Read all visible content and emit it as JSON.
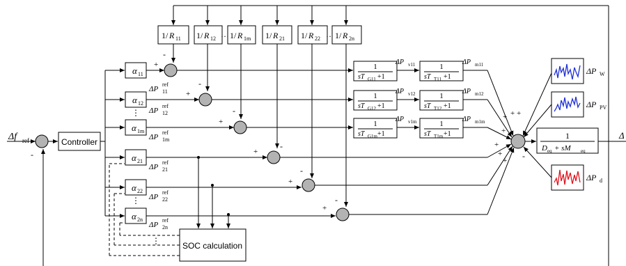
{
  "input_label": "Δf",
  "input_sub": "ref",
  "output_label": "Δ",
  "controller": "Controller",
  "soc": "SOC calculation",
  "droops": [
    {
      "num": "1/",
      "var": "R",
      "sub": "11"
    },
    {
      "num": "1/",
      "var": "R",
      "sub": "12"
    },
    {
      "num": "1/",
      "var": "R",
      "sub": "1m"
    },
    {
      "num": "1/",
      "var": "R",
      "sub": "21"
    },
    {
      "num": "1/",
      "var": "R",
      "sub": "22"
    },
    {
      "num": "1/",
      "var": "R",
      "sub": "2n"
    }
  ],
  "alphas": [
    {
      "sym": "α",
      "sub": "11"
    },
    {
      "sym": "α",
      "sub": "12"
    },
    {
      "sym": "α",
      "sub": "1m"
    },
    {
      "sym": "α",
      "sub": "21"
    },
    {
      "sym": "α",
      "sub": "22"
    },
    {
      "sym": "α",
      "sub": "2n"
    }
  ],
  "prefs": [
    {
      "sym": "ΔP",
      "sub": "11",
      "sup": "ref"
    },
    {
      "sym": "ΔP",
      "sub": "12",
      "sup": "ref"
    },
    {
      "sym": "ΔP",
      "sub": "1m",
      "sup": "ref"
    },
    {
      "sym": "ΔP",
      "sub": "21",
      "sup": "ref"
    },
    {
      "sym": "ΔP",
      "sub": "22",
      "sup": "ref"
    },
    {
      "sym": "ΔP",
      "sub": "2n",
      "sup": "ref"
    }
  ],
  "gov": [
    {
      "num": "1",
      "den_s": "sT",
      "den_sub": "G11",
      "den_tail": " +1"
    },
    {
      "num": "1",
      "den_s": "sT",
      "den_sub": "G12",
      "den_tail": " +1"
    },
    {
      "num": "1",
      "den_s": "sT",
      "den_sub": "G1m",
      "den_tail": " +1"
    }
  ],
  "turb": [
    {
      "num": "1",
      "den_s": "sT",
      "den_sub": "T11",
      "den_tail": " +1"
    },
    {
      "num": "1",
      "den_s": "sT",
      "den_sub": "T12",
      "den_tail": " +1"
    },
    {
      "num": "1",
      "den_s": "sT",
      "den_sub": "T1m",
      "den_tail": " +1"
    }
  ],
  "pv_labels": [
    {
      "sym": "ΔP",
      "sub": "v11"
    },
    {
      "sym": "ΔP",
      "sub": "v12"
    },
    {
      "sym": "ΔP",
      "sub": "v1m"
    }
  ],
  "pm_labels": [
    {
      "sym": "ΔP",
      "sub": "m11"
    },
    {
      "sym": "ΔP",
      "sub": "m12"
    },
    {
      "sym": "ΔP",
      "sub": "m1m"
    }
  ],
  "plant": {
    "num": "1",
    "den": "D",
    "den_sub": "eq",
    "den_mid": " + sM",
    "den_sub2": "eq"
  },
  "disturbances": [
    {
      "sym": "ΔP",
      "sub": "W",
      "color": "#1f2fd6"
    },
    {
      "sym": "ΔP",
      "sub": "PV",
      "color": "#1f2fd6"
    },
    {
      "sym": "ΔP",
      "sub": "d",
      "color": "#e0141e"
    }
  ],
  "signs": {
    "plus": "+",
    "minus": "-",
    "dots": "⋮",
    "hdots": "···"
  }
}
